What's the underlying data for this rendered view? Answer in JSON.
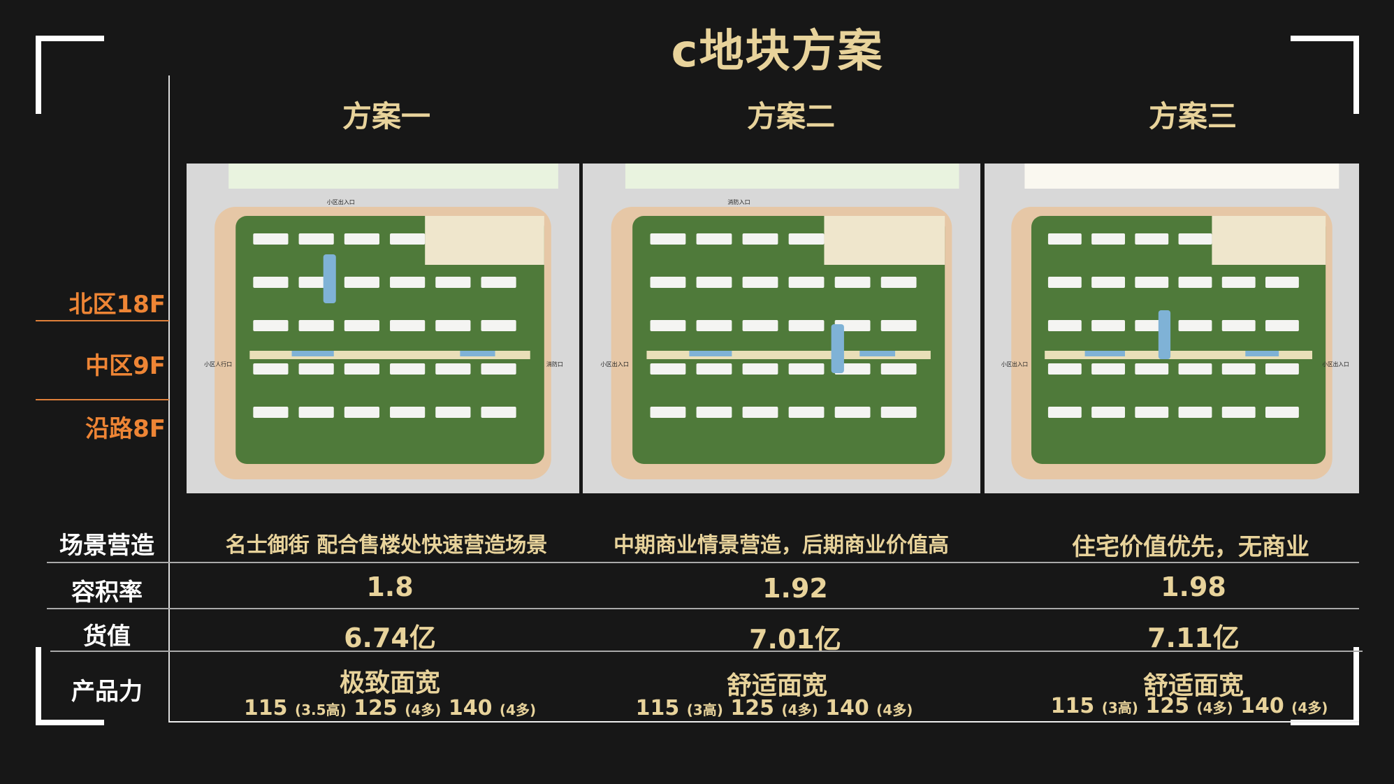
{
  "title": "c地块方案",
  "schemes": [
    "方案一",
    "方案二",
    "方案三"
  ],
  "zones": [
    "北区18F",
    "中区9F",
    "沿路8F"
  ],
  "rows": {
    "scene": {
      "label": "场景营造",
      "values": [
        "名士御街 配合售楼处快速营造场景",
        "中期商业情景营造，后期商业价值高",
        "住宅价值优先，无商业"
      ]
    },
    "far": {
      "label": "容积率",
      "values": [
        "1.8",
        "1.92",
        "1.98"
      ]
    },
    "value": {
      "label": "货值",
      "values": [
        "6.74亿",
        "7.01亿",
        "7.11亿"
      ]
    },
    "product": {
      "label": "产品力",
      "titles": [
        "极致面宽",
        "舒适面宽",
        "舒适面宽"
      ],
      "specs": [
        [
          [
            "115",
            "(3.5高)"
          ],
          [
            "125",
            "(4多)"
          ],
          [
            "140",
            "(4多)"
          ]
        ],
        [
          [
            "115",
            "(3高)"
          ],
          [
            "125",
            "(4多)"
          ],
          [
            "140",
            "(4多)"
          ]
        ],
        [
          [
            "115",
            "(3高)"
          ],
          [
            "125",
            "(4多)"
          ],
          [
            "140",
            "(4多)"
          ]
        ]
      ]
    }
  },
  "map_labels": [
    {
      "top": "小区出入口",
      "left": "小区人行口",
      "right": "消防口"
    },
    {
      "top": "消防入口",
      "left": "小区出入口",
      "right": ""
    },
    {
      "top": "",
      "left": "小区出入口",
      "right": "小区出入口"
    }
  ],
  "colors": {
    "gold": "#e8d39b",
    "orange": "#ee8535",
    "background": "#171717"
  }
}
